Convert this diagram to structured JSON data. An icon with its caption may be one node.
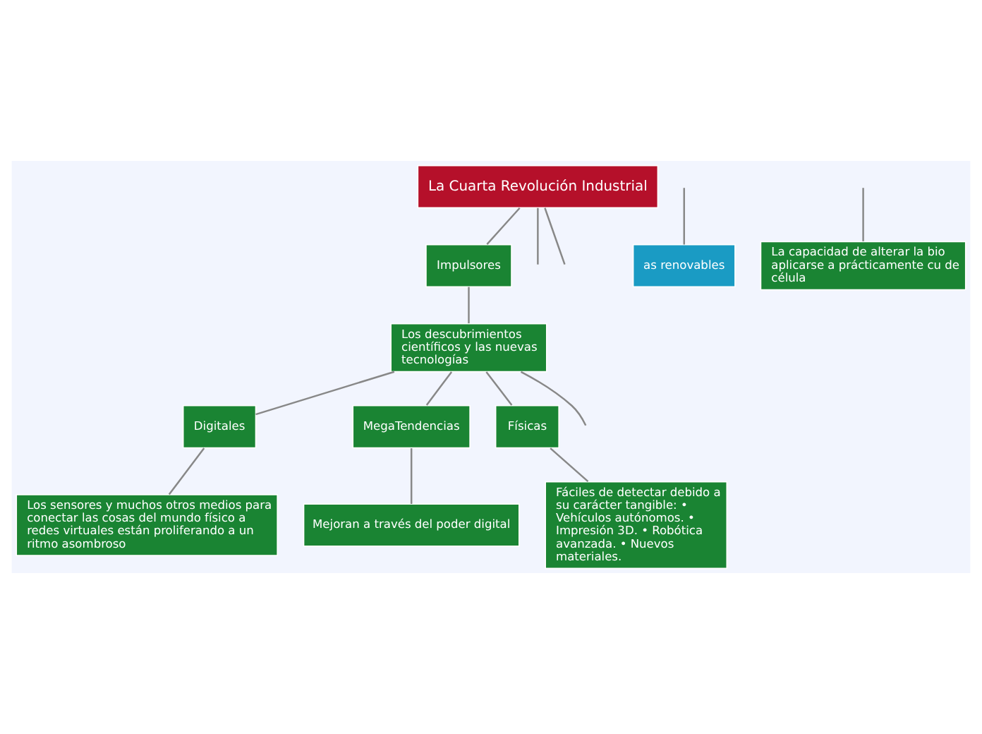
{
  "diagram": {
    "nodes": [
      {
        "text": [
          "La Cuarta Revolución Industrial"
        ]
      },
      {
        "text": [
          "Impulsores"
        ]
      },
      {
        "text": [
          "Los descubrimientos científicos y las nuevas tecnologías"
        ]
      },
      {
        "text": [
          "Digitales"
        ]
      },
      {
        "text": [
          "MegaTendencias"
        ]
      },
      {
        "text": [
          "Físicas"
        ]
      },
      {
        "text": [
          "Los sensores y muchos otros medios para conectar las cosas del mundo físico a redes virtuales están proliferando a un ritmo asombroso"
        ]
      },
      {
        "text": [
          "Mejoran a través del poder digital"
        ]
      },
      {
        "text": [
          "Fáciles de detectar debido a su carácter tangible: • Vehículos autónomos. • Impresión 3D. • Robótica avanzada. • Nuevos materiales."
        ]
      },
      {
        "text": [
          "as renovables"
        ]
      },
      {
        "text": [
          "La capacidad de alterar la bio aplicarse a prácticamente cu de célula"
        ]
      }
    ],
    "edges": [
      {
        "from": 0,
        "to": null,
        "arrow": "none"
      },
      {
        "from": 0,
        "to": null,
        "arrow": "none"
      },
      {
        "from": 0,
        "to": 1,
        "arrow": "none"
      },
      {
        "from": 1,
        "to": 2,
        "arrow": "none"
      },
      {
        "from": 2,
        "to": 3,
        "arrow": "none"
      },
      {
        "from": 2,
        "to": 4,
        "arrow": "none"
      },
      {
        "from": 2,
        "to": 5,
        "arrow": "none"
      },
      {
        "from": 2,
        "to": null,
        "arrow": "none"
      },
      {
        "from": 3,
        "to": 6,
        "arrow": "none"
      },
      {
        "from": 4,
        "to": 7,
        "arrow": "none"
      },
      {
        "from": 5,
        "to": 8,
        "arrow": "none"
      },
      {
        "from": null,
        "to": 9,
        "arrow": "none"
      },
      {
        "from": null,
        "to": 10,
        "arrow": "none"
      }
    ]
  }
}
